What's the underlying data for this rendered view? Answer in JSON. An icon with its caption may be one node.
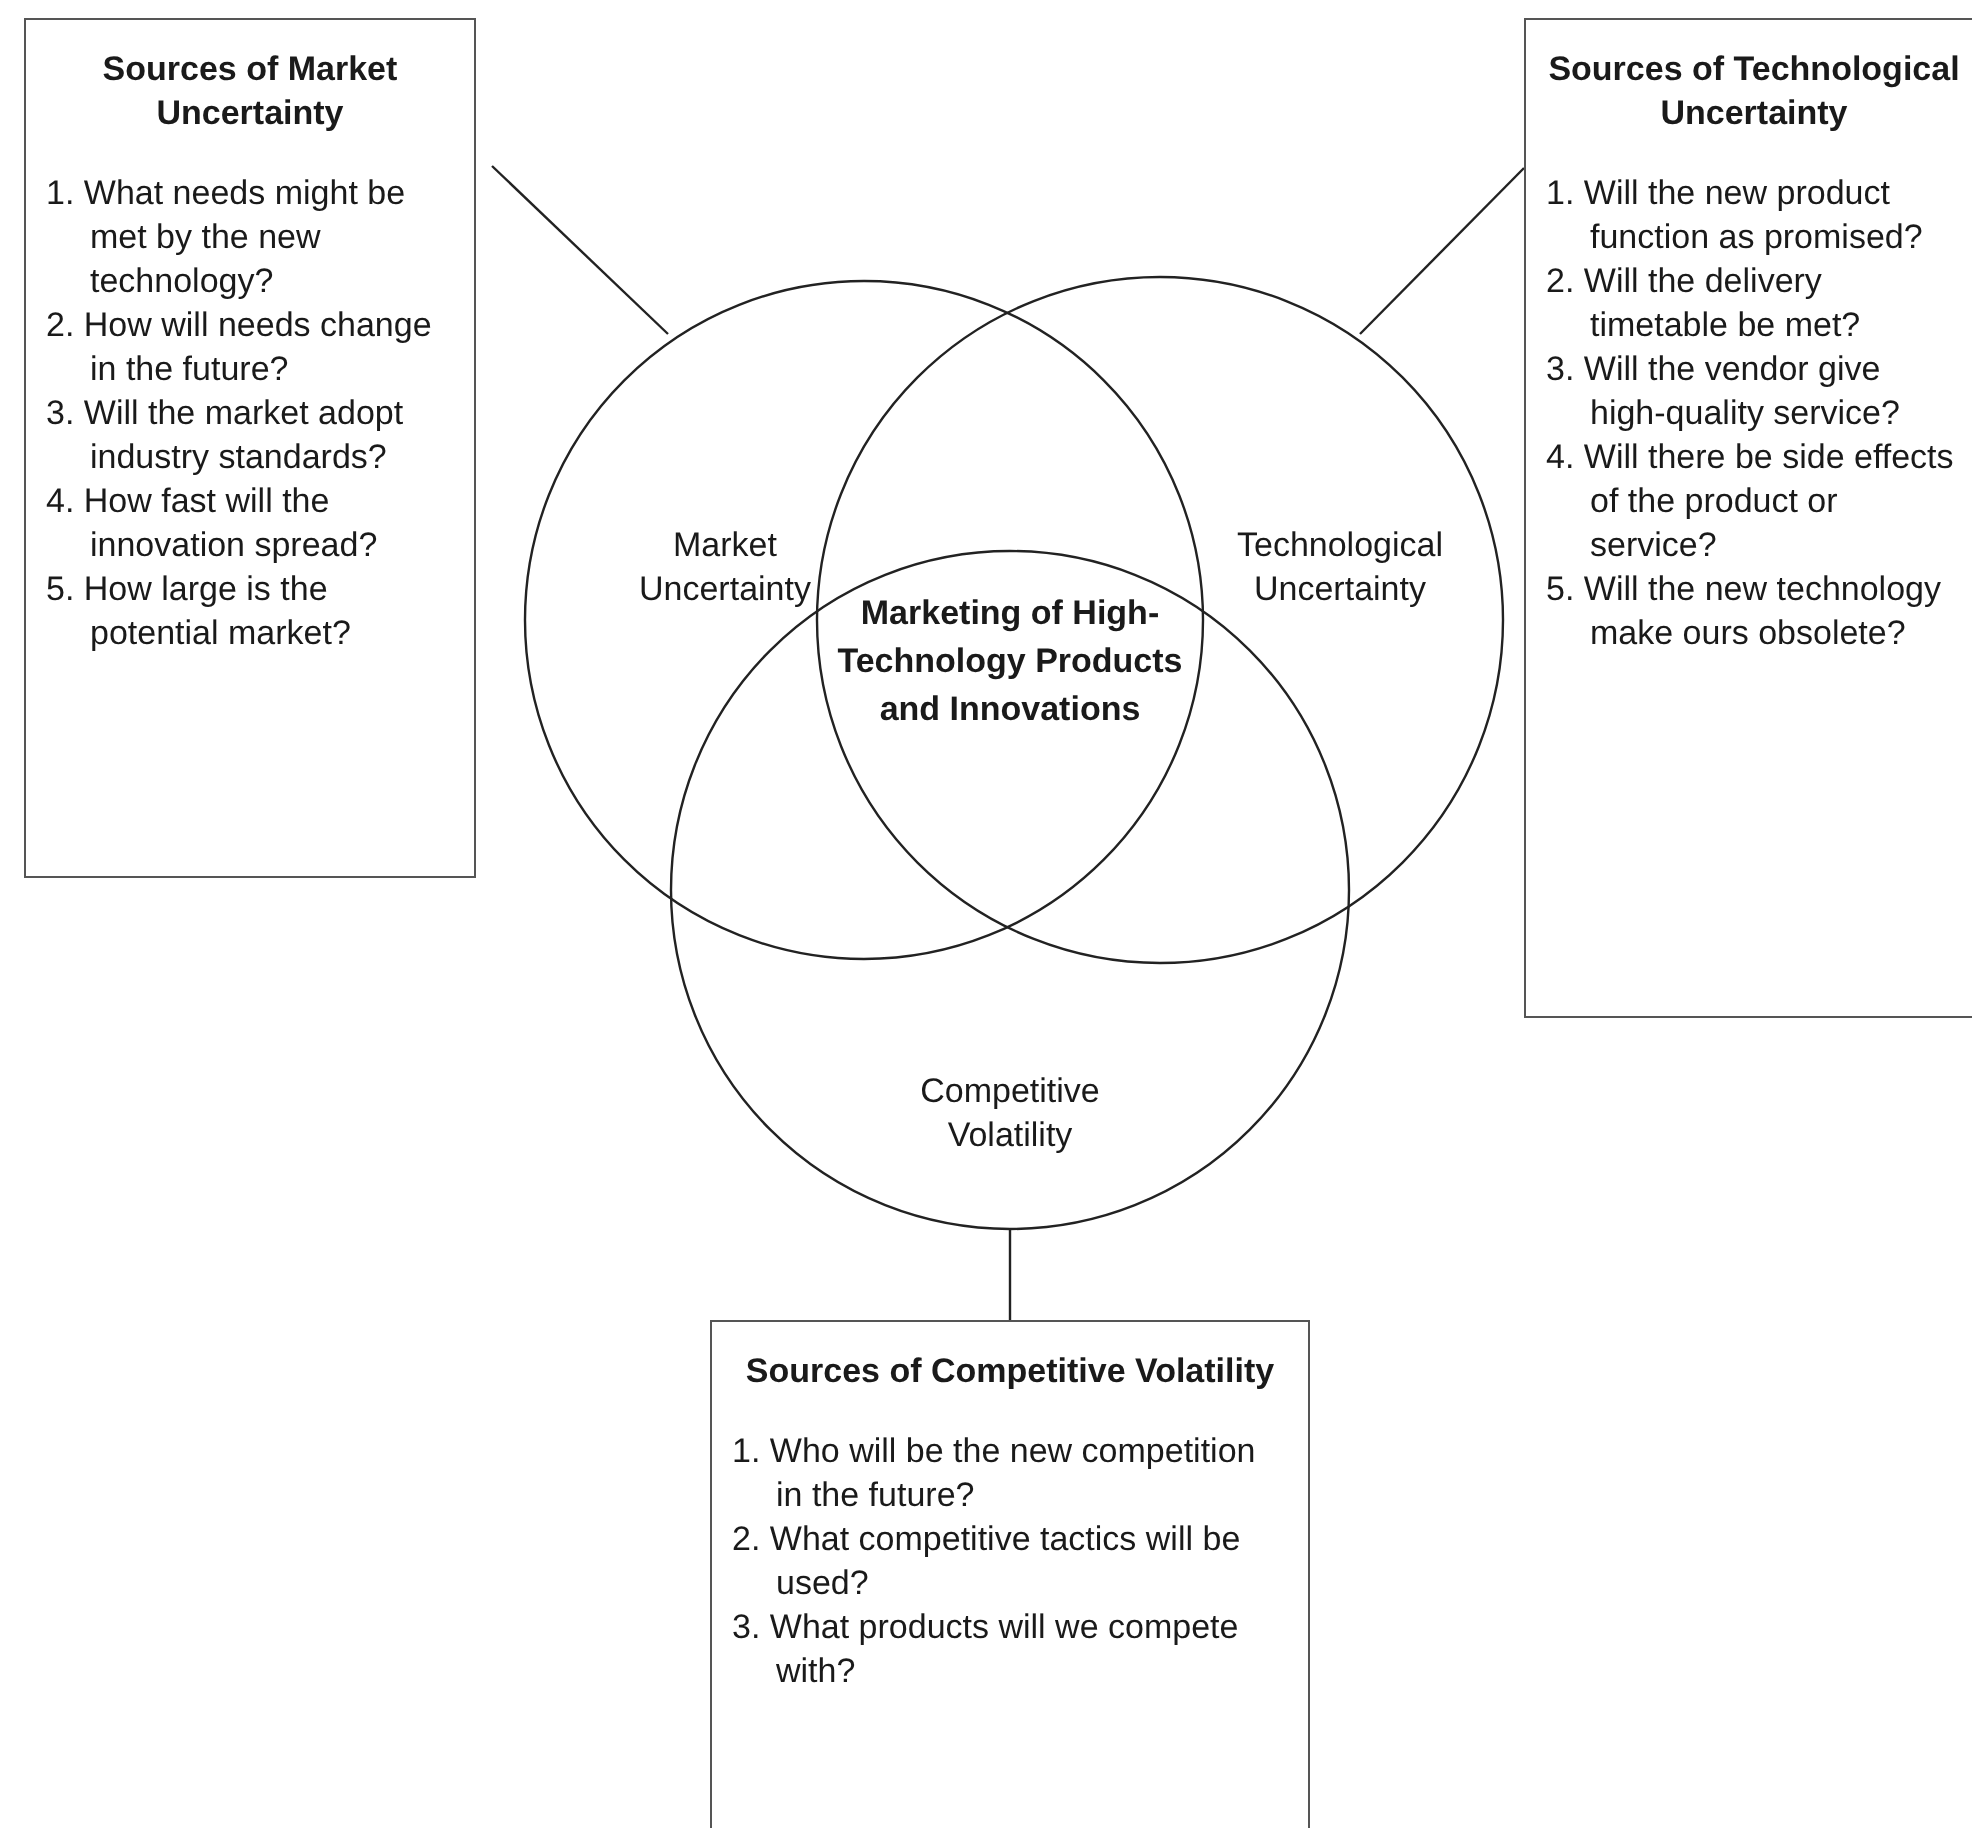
{
  "diagram": {
    "nodes": [
      {
        "text": [
          "Sources of Market Uncertainty",
          "1. What needs might be met by the new technology?",
          "2. How will needs change in the future?",
          "3. Will the market adopt industry standards?",
          "4. How fast will the innovation spread?",
          "5. How large is the potential market?"
        ]
      },
      {
        "text": [
          "Market Uncertainty"
        ]
      },
      {
        "text": [
          "Technological Uncertainty"
        ]
      },
      {
        "text": [
          "Sources of Technological Uncertainty",
          "1. Will the new product function as promised?",
          "2. Will the delivery timetable be met?",
          "3. Will the vendor give high-quality service?",
          "4. Will there be side effects of the product or service?",
          "5. Will the new technology make ours obsolete?"
        ]
      },
      {
        "text": [
          "Competitive Volatility"
        ]
      },
      {
        "text": [
          "Sources of Competitive Volatility",
          "1. Who will be the new competition in the future?",
          "2. What competitive tactics will be used?",
          "3. What products will we compete with?"
        ]
      }
    ],
    "edges": [
      {
        "from": 0,
        "to": 1,
        "arrow": "none"
      },
      {
        "from": 3,
        "to": 2,
        "arrow": "none"
      },
      {
        "from": 5,
        "to": 4,
        "arrow": "none"
      }
    ],
    "labels": [
      "Marketing of High-Technology Products and Innovations"
    ]
  }
}
